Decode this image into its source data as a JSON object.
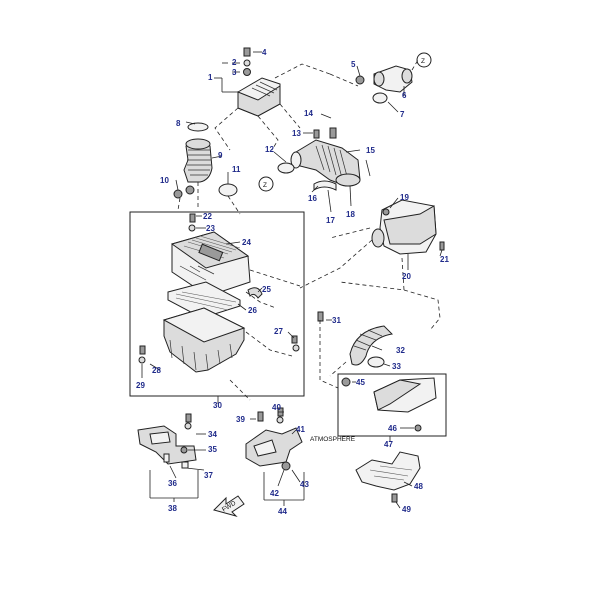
{
  "callouts": {
    "c1": "1",
    "c2": "2",
    "c3": "3",
    "c4": "4",
    "c5": "5",
    "c6": "6",
    "c7": "7",
    "c8": "8",
    "c9": "9",
    "c10": "10",
    "c11": "11",
    "c12": "12",
    "c13": "13",
    "c14": "14",
    "c15": "15",
    "c16": "16",
    "c17": "17",
    "c18": "18",
    "c19": "19",
    "c20": "20",
    "c21": "21",
    "c22": "22",
    "c23": "23",
    "c24": "24",
    "c25": "25",
    "c26": "26",
    "c27": "27",
    "c28": "28",
    "c29": "29",
    "c30": "30",
    "c31": "31",
    "c32": "32",
    "c33": "33",
    "c34": "34",
    "c35": "35",
    "c36": "36",
    "c37": "37",
    "c38": "38",
    "c39": "39",
    "c40": "40",
    "c41": "41",
    "c42": "42",
    "c43": "43",
    "c44": "44",
    "c45": "45",
    "c46": "46",
    "c47": "47",
    "c48": "48",
    "c49": "49"
  },
  "labels": {
    "atmosphere": "ATMOSPHERE",
    "ref_z_top": "Z",
    "ref_z_left": "Z",
    "front_arrow": "FWD"
  },
  "colors": {
    "callout_text": "#1f2a8a",
    "line": "#222222"
  }
}
